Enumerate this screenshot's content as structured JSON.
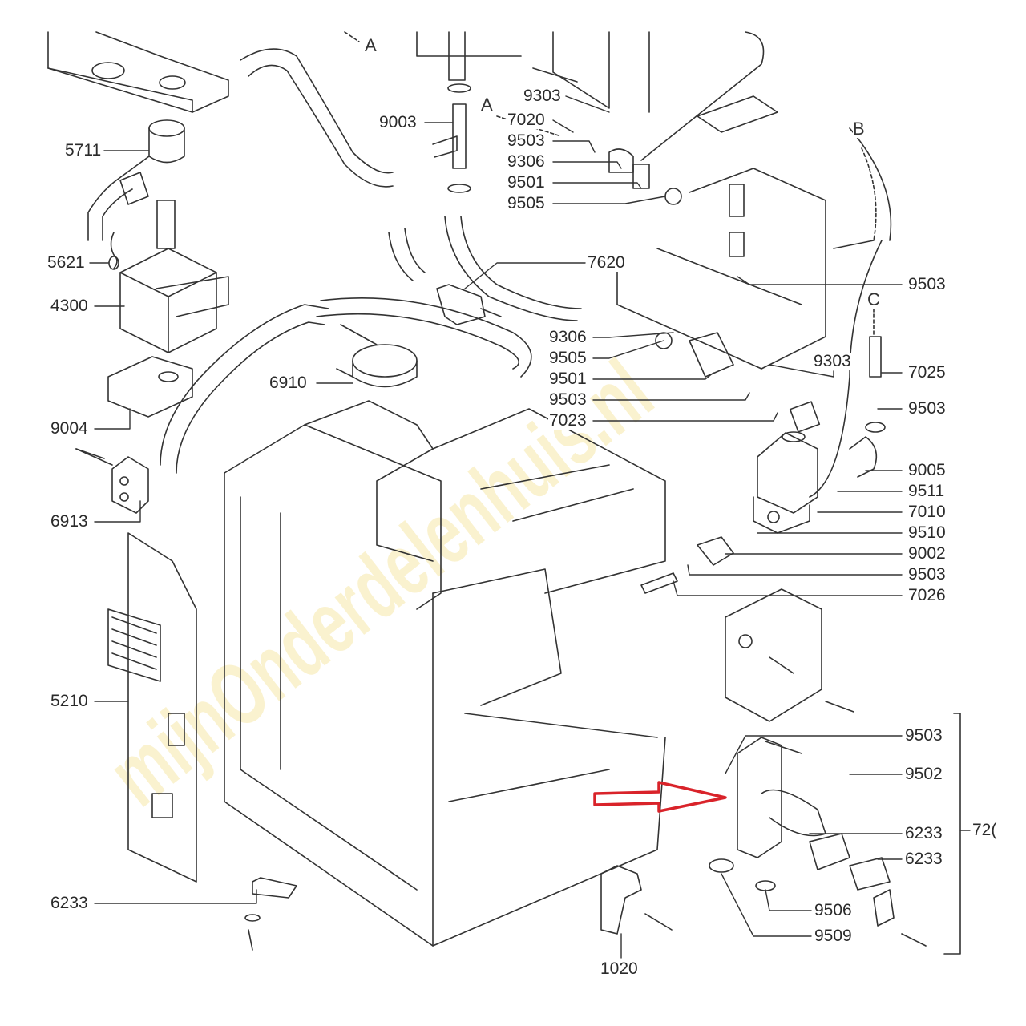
{
  "diagram": {
    "watermark": "mijnOnderdelenhuis.nl",
    "flow_markers": {
      "a1": "A",
      "a2": "A",
      "b": "B",
      "c": "C"
    },
    "parts": [
      {
        "id": "p5711",
        "num": "5711"
      },
      {
        "id": "p5621",
        "num": "5621"
      },
      {
        "id": "p4300",
        "num": "4300"
      },
      {
        "id": "p9004",
        "num": "9004"
      },
      {
        "id": "p6913",
        "num": "6913"
      },
      {
        "id": "p5210",
        "num": "5210"
      },
      {
        "id": "p6233l",
        "num": "6233"
      },
      {
        "id": "p9003",
        "num": "9003"
      },
      {
        "id": "p6910",
        "num": "6910"
      },
      {
        "id": "p7620",
        "num": "7620"
      },
      {
        "id": "p9303a",
        "num": "9303"
      },
      {
        "id": "p7020",
        "num": "7020"
      },
      {
        "id": "p9503a",
        "num": "9503"
      },
      {
        "id": "p9306a",
        "num": "9306"
      },
      {
        "id": "p9501a",
        "num": "9501"
      },
      {
        "id": "p9505a",
        "num": "9505"
      },
      {
        "id": "p9503b",
        "num": "9503"
      },
      {
        "id": "p9306b",
        "num": "9306"
      },
      {
        "id": "p9505b",
        "num": "9505"
      },
      {
        "id": "p9501b",
        "num": "9501"
      },
      {
        "id": "p9503c",
        "num": "9503"
      },
      {
        "id": "p7023",
        "num": "7023"
      },
      {
        "id": "p9303b",
        "num": "9303"
      },
      {
        "id": "p7025",
        "num": "7025"
      },
      {
        "id": "p9503d",
        "num": "9503"
      },
      {
        "id": "p9005",
        "num": "9005"
      },
      {
        "id": "p9511",
        "num": "9511"
      },
      {
        "id": "p7010",
        "num": "7010"
      },
      {
        "id": "p9510",
        "num": "9510"
      },
      {
        "id": "p9002",
        "num": "9002"
      },
      {
        "id": "p9503e",
        "num": "9503"
      },
      {
        "id": "p7026",
        "num": "7026"
      },
      {
        "id": "p9503f",
        "num": "9503"
      },
      {
        "id": "p9502",
        "num": "9502"
      },
      {
        "id": "p6233a",
        "num": "6233"
      },
      {
        "id": "p6233b",
        "num": "6233"
      },
      {
        "id": "p9506",
        "num": "9506"
      },
      {
        "id": "p9509",
        "num": "9509"
      },
      {
        "id": "p1020",
        "num": "1020"
      },
      {
        "id": "p72",
        "num": "72("
      }
    ],
    "highlight_color": "#d9232a"
  }
}
